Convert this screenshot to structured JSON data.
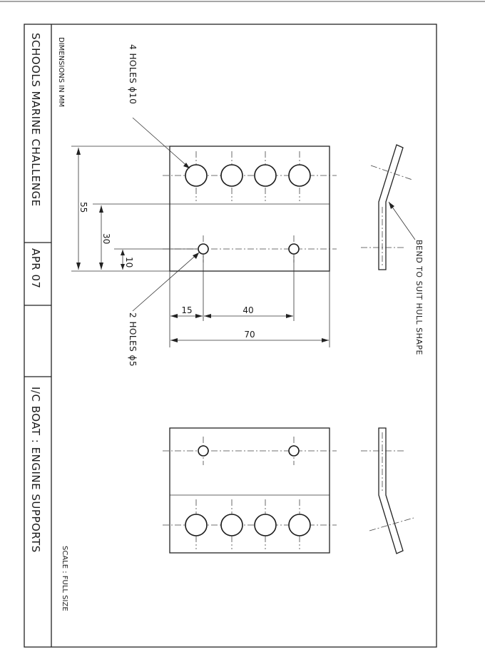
{
  "title_block": {
    "project": "SCHOOLS MARINE CHALLENGE",
    "date": "APR 07",
    "drawing_title": "I/C BOAT : ENGINE SUPPORTS"
  },
  "notes": {
    "dimensions_unit": "DIMENSIONS IN MM",
    "scale": "SCALE : FULL SIZE"
  },
  "callouts": {
    "large_holes": "4 HOLES ϕ10",
    "small_holes": "2 HOLES ϕ5",
    "bend": "BEND TO SUIT HULL SHAPE"
  },
  "dimensions": {
    "d55": "55",
    "d30": "30",
    "d10": "10",
    "d15": "15",
    "d40": "40",
    "d70": "70"
  }
}
